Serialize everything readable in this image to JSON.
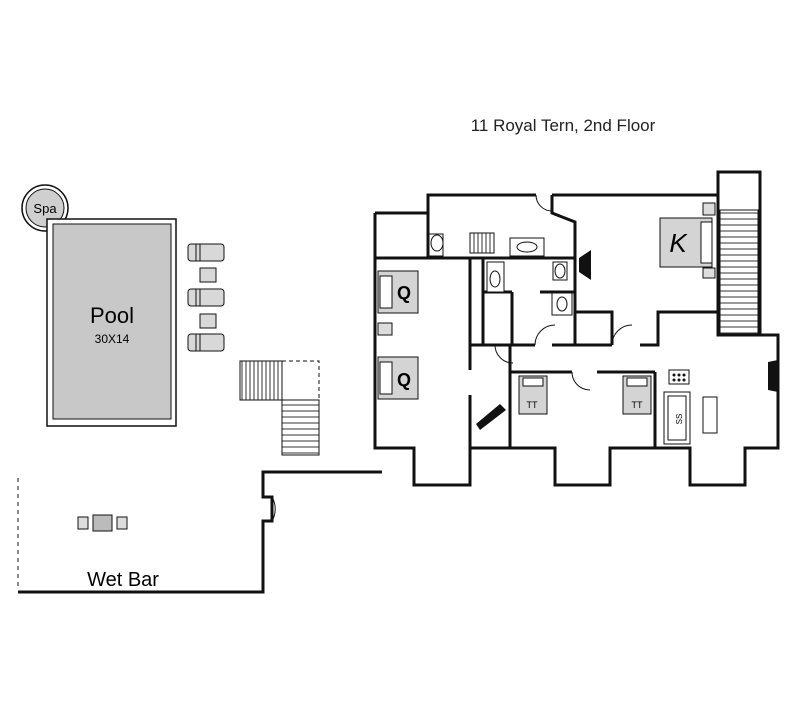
{
  "title": "11 Royal Tern, 2nd Floor",
  "labels": {
    "spa": "Spa",
    "pool": "Pool",
    "pool_size": "30X14",
    "wet_bar": "Wet Bar",
    "king_bed": "K",
    "queen_bed_1": "Q",
    "queen_bed_2": "Q",
    "twin_bed_1": "TT",
    "twin_bed_2": "TT",
    "sofa": "SS"
  },
  "colors": {
    "wall": "#111111",
    "pool_fill": "#c8c8c8",
    "furniture_fill": "#d4d4d4"
  }
}
